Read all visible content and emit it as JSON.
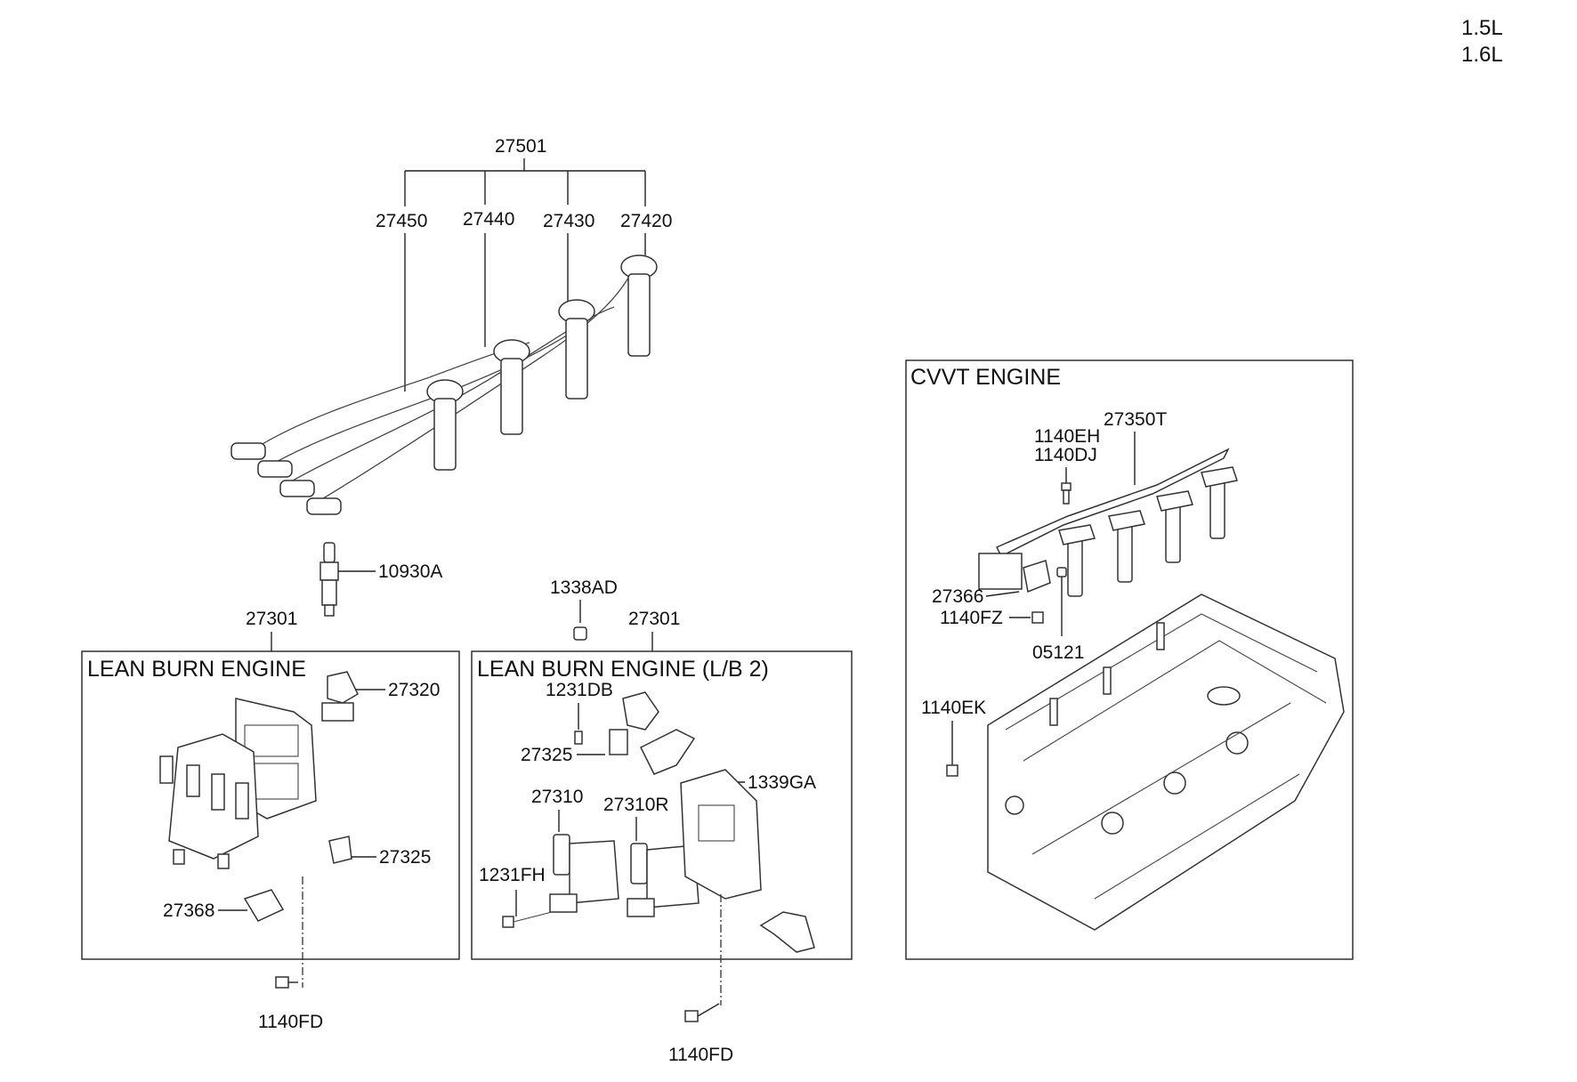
{
  "variants": [
    "1.5L",
    "1.6L"
  ],
  "boxes": {
    "lean_burn": {
      "title": "LEAN BURN ENGINE"
    },
    "lean_burn_lb2": {
      "title": "LEAN BURN ENGINE (L/B 2)"
    },
    "cvvt": {
      "title": "CVVT ENGINE"
    }
  },
  "labels": {
    "cable_set": "27501",
    "cable_4": "27450",
    "cable_3": "27440",
    "cable_2": "27430",
    "cable_1": "27420",
    "spark_plug": "10930A",
    "coil_lean_burn": "27301",
    "connector_27320": "27320",
    "bracket_27325_a": "27325",
    "cover_27368": "27368",
    "bolt_1140FD_a": "1140FD",
    "nut_1338AD": "1338AD",
    "coil_lb2": "27301",
    "bolt_1231DB": "1231DB",
    "bracket_27325_b": "27325",
    "nut_1339GA": "1339GA",
    "coil_27310": "27310",
    "coil_27310R": "27310R",
    "bolt_1231FH": "1231FH",
    "bolt_1140FD_b": "1140FD",
    "coil_assy_27350T": "27350T",
    "bolt_1140EH": "1140EH",
    "bolt_1140DJ": "1140DJ",
    "sensor_27366": "27366",
    "bolt_1140FZ": "1140FZ",
    "clamp_05121": "05121",
    "bolt_1140EK": "1140EK"
  }
}
